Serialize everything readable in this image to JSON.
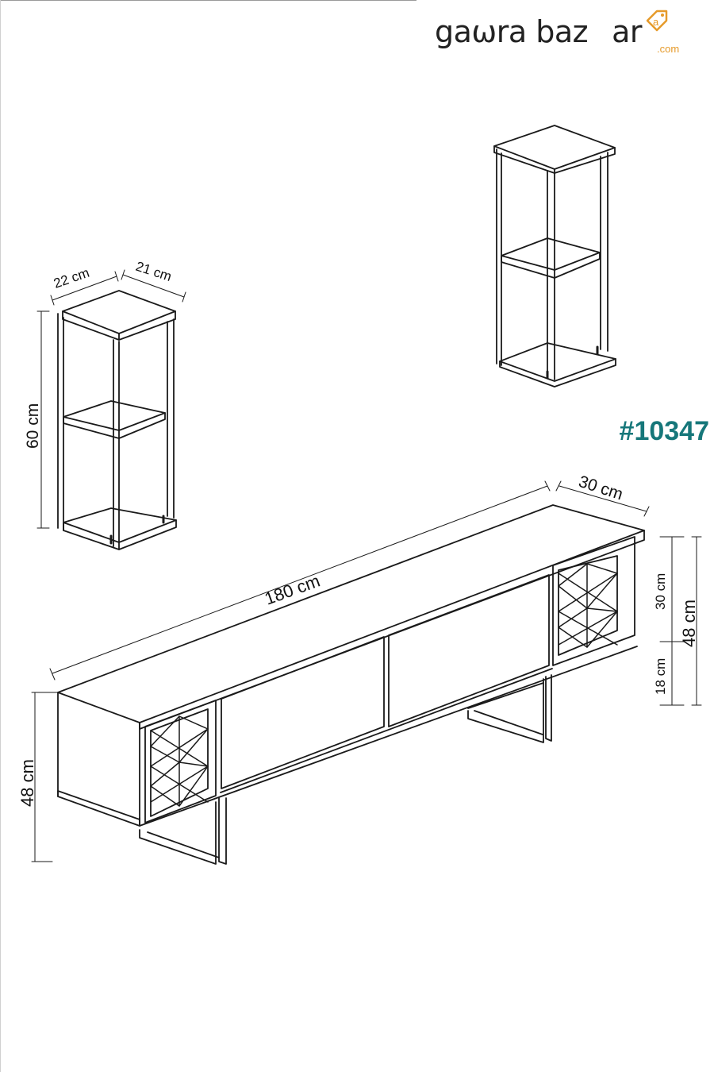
{
  "brand": {
    "name_left": "gaωra baz",
    "name_right": "ar",
    "domain": ".com",
    "tag_letter": "a",
    "accent_color": "#e69a2a",
    "text_color": "#222222"
  },
  "product_code": "#10347",
  "product_code_color": "#16777a",
  "dimensions": {
    "shelf_depth": "22 cm",
    "shelf_width": "21 cm",
    "shelf_height": "60 cm",
    "tv_unit_width": "180 cm",
    "tv_unit_depth": "30 cm",
    "tv_unit_height_left": "48 cm",
    "tv_unit_height_right": "48 cm",
    "cabinet_height": "30 cm",
    "leg_height": "18 cm"
  },
  "line_color": "#1a1a1a"
}
